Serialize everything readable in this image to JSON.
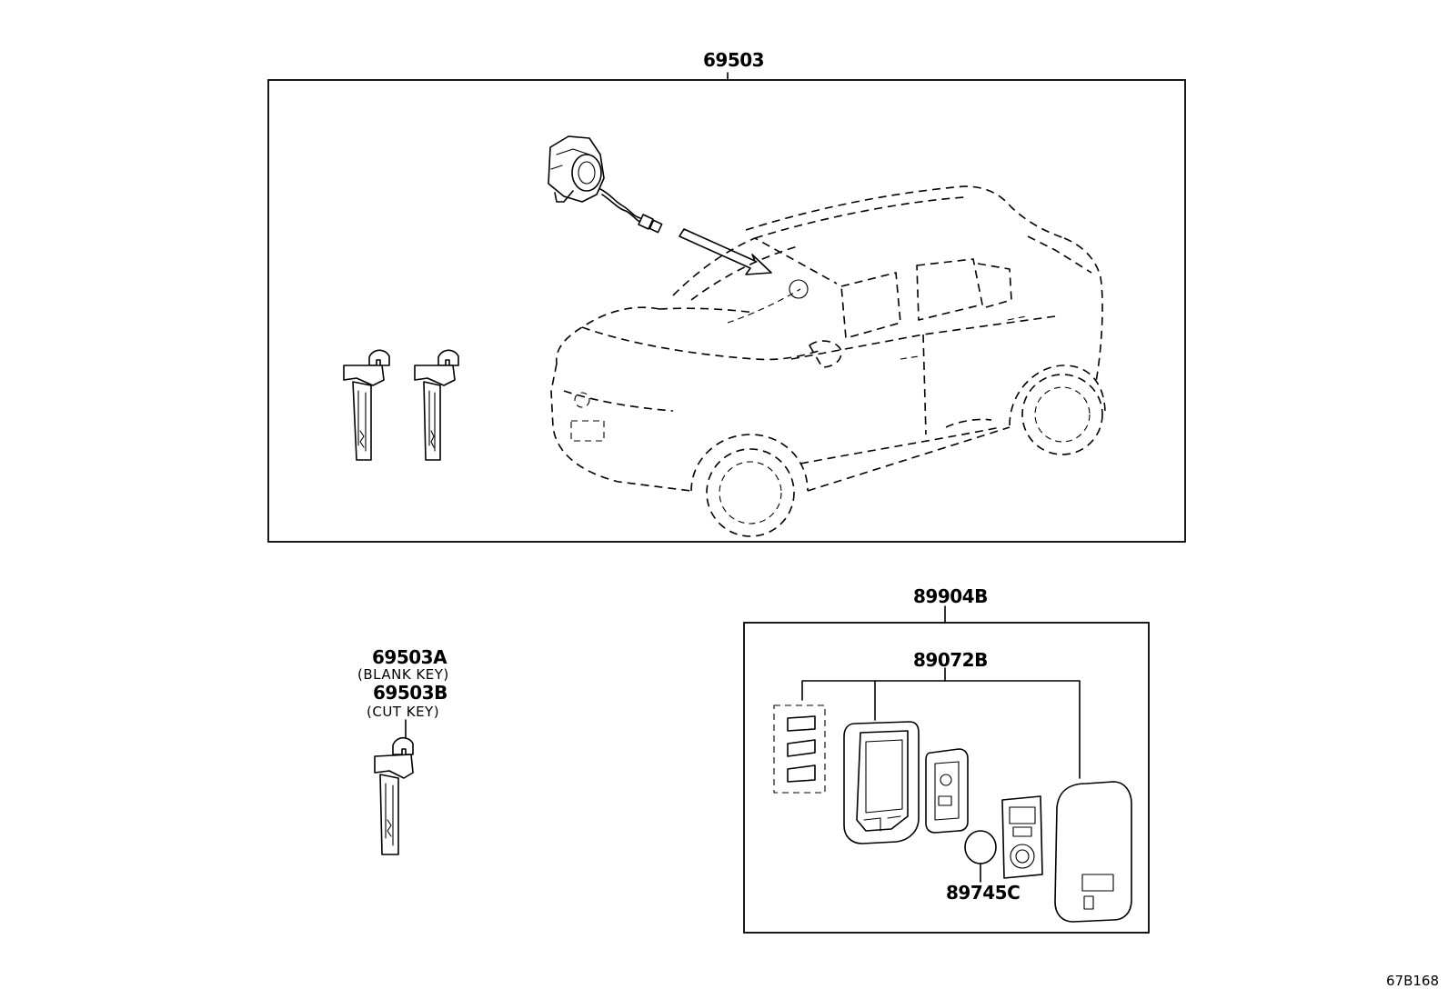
{
  "labels": {
    "main_assembly": "69503",
    "transmitter_assembly": "89904B",
    "transmitter_housing": "89072B",
    "battery": "89745C",
    "key_blank": "69503A",
    "key_blank_note": "(BLANK KEY)",
    "key_cut": "69503B",
    "key_cut_note": "(CUT KEY)",
    "figure_code": "67B168"
  }
}
